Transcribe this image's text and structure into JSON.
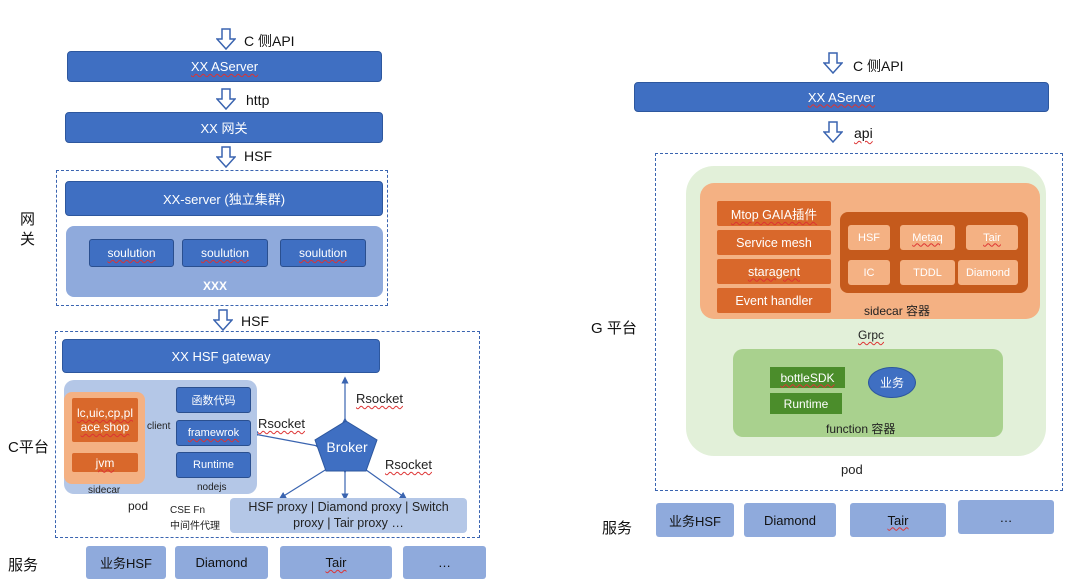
{
  "left": {
    "api_label": "C 侧API",
    "aserver": "XX AServer",
    "http_label": "http",
    "gateway": "XX 网关",
    "hsf_label_1": "HSF",
    "side_gateway": "网关",
    "xx_server": "XX-server (独立集群)",
    "soulution_1": "soulution",
    "soulution_2": "soulution",
    "soulution_3": "soulution",
    "xxx": "XXX",
    "hsf_label_2": "HSF",
    "hsf_gateway": "XX HSF gateway",
    "side_c": "C平台",
    "lc_shop": "lc,uic,cp,place,shop",
    "jvm": "jvm",
    "sidecar": "sidecar",
    "client": "client",
    "func_code": "函数代码",
    "framework": "framewrok",
    "runtime": "Runtime",
    "nodejs": "nodejs",
    "pod": "pod",
    "rsocket_top": "Rsocket",
    "rsocket_left": "Rsocket",
    "rsocket_right": "Rsocket",
    "broker": "Broker",
    "cse_fn": "CSE Fn",
    "middleware_proxy": "中间件代理",
    "proxy_text": "HSF proxy | Diamond proxy | Switch proxy | Tair proxy …",
    "side_service": "服务",
    "services": [
      "业务HSF",
      "Diamond",
      "Tair",
      "…"
    ]
  },
  "right": {
    "api_label": "C 侧API",
    "aserver": "XX AServer",
    "api_small": "api",
    "side_g": "G 平台",
    "mtop": "Mtop GAIA插件",
    "service_mesh": "Service mesh",
    "staragent": "staragent",
    "event_handler": "Event handler",
    "hsf": "HSF",
    "metaq": "Metaq",
    "tair": "Tair",
    "ic": "IC",
    "tddl": "TDDL",
    "diamond": "Diamond",
    "sidecar_container": "sidecar 容器",
    "grpc": "Grpc",
    "bottle_sdk": "bottleSDK",
    "runtime": "Runtime",
    "business": "业务",
    "function_container": "function 容器",
    "pod": "pod",
    "side_service": "服务",
    "services": [
      "业务HSF",
      "Diamond",
      "Tair",
      "…"
    ]
  },
  "colors": {
    "bar_blue": "#3f6fc2",
    "light_blue": "#8faadc",
    "container_blue": "#b4c7e7",
    "orange": "#d9682b",
    "light_orange": "#f4b183",
    "green": "#4b8d2b",
    "light_green": "#a9d18e",
    "pale_green": "#e2f0d9"
  }
}
